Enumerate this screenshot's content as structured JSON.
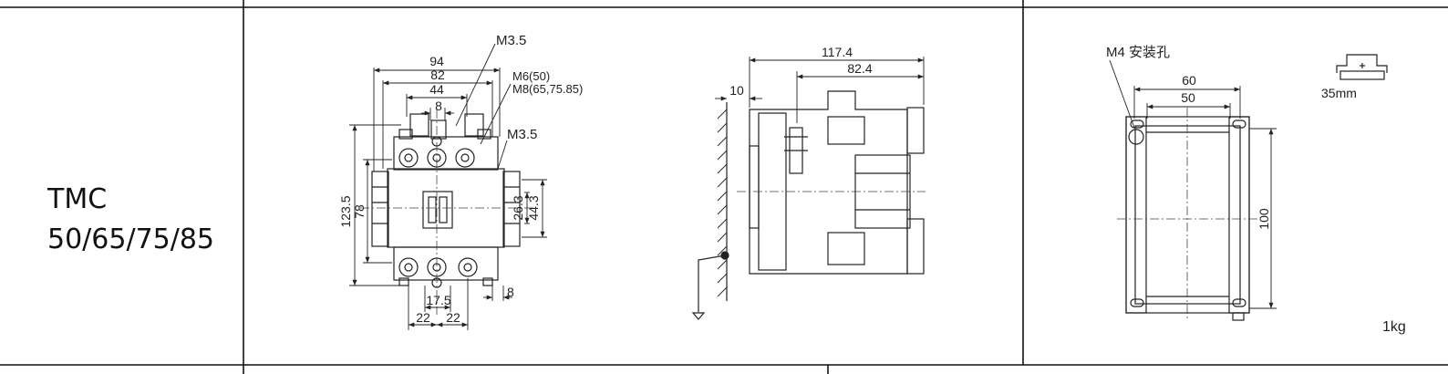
{
  "model": {
    "line1": "TMC",
    "line2": "50/65/75/85"
  },
  "front_view": {
    "width_overall": "94",
    "width_mid": "82",
    "width_inner": "44",
    "width_small": "8",
    "height_overall": "123.5",
    "height_inner": "78",
    "side_upper": "26.3",
    "side_lower": "44.3",
    "bottom_gap": "17.5",
    "bottom_left": "22",
    "bottom_right": "22",
    "side_small": "8",
    "screw_top": "M3.5",
    "screw_main_1": "M6(50)",
    "screw_main_2": "M8(65,75.85)",
    "screw_side": "M3.5"
  },
  "side_view": {
    "depth_overall": "117.4",
    "depth_body": "82.4",
    "wall_gap": "10"
  },
  "mount_view": {
    "hole_label": "M4 安装孔",
    "hole_pitch_w1": "60",
    "hole_pitch_w2": "50",
    "hole_pitch_h": "100"
  },
  "rail": {
    "label": "35mm"
  },
  "weight": "1kg"
}
